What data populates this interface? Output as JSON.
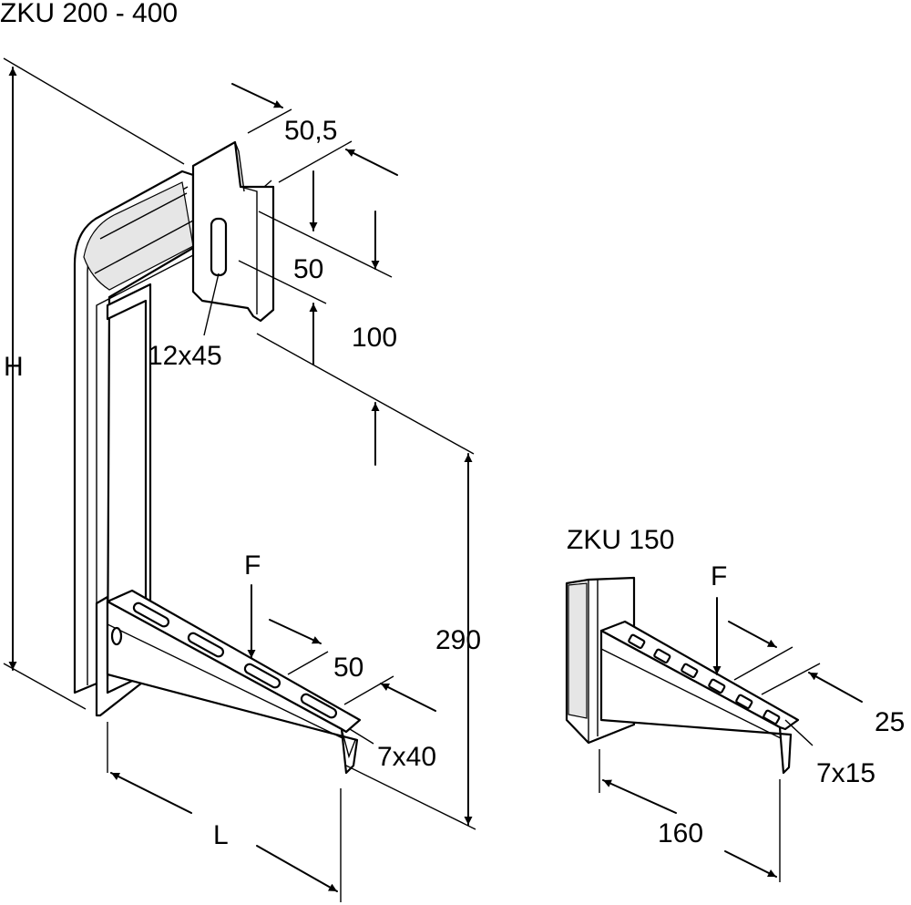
{
  "titles": {
    "main": "ZKU 200 - 400",
    "small": "ZKU 150"
  },
  "dimensions": {
    "height": "H",
    "top_width": "50,5",
    "slot_pitch": "50",
    "top_gap": "100",
    "slot_size": "12x45",
    "vertical_spacing": "290",
    "main_force": "F",
    "main_hole_pitch": "50",
    "main_hole_size": "7x40",
    "main_length": "L",
    "small_force": "F",
    "small_hole_pitch": "25",
    "small_hole_size": "7x15",
    "small_length": "160"
  }
}
